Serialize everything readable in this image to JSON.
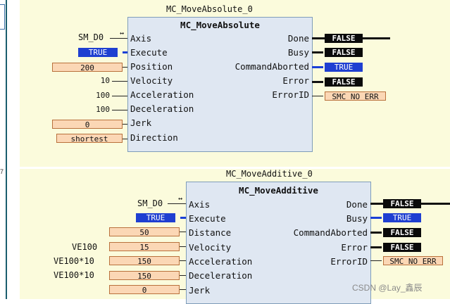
{
  "gutter": {
    "markers": [
      "",
      "7"
    ]
  },
  "block1": {
    "instance": "MC_MoveAbsolute_0",
    "type": "MC_MoveAbsolute",
    "axis_var": "SM_D0",
    "inputs": [
      {
        "label": "Axis"
      },
      {
        "label": "Execute",
        "value": "TRUE",
        "style": "blue"
      },
      {
        "label": "Position",
        "value": "200",
        "style": "orange"
      },
      {
        "label": "Velocity",
        "value": "10",
        "style": "plain"
      },
      {
        "label": "Acceleration",
        "value": "100",
        "style": "plain"
      },
      {
        "label": "Deceleration",
        "value": "100",
        "style": "plain"
      },
      {
        "label": "Jerk",
        "value": "0",
        "style": "orange"
      },
      {
        "label": "Direction",
        "value": "shortest",
        "style": "orange"
      }
    ],
    "outputs": [
      {
        "label": "Done",
        "value": "FALSE",
        "style": "black"
      },
      {
        "label": "Busy",
        "value": "FALSE",
        "style": "black"
      },
      {
        "label": "CommandAborted",
        "value": "TRUE",
        "style": "blue"
      },
      {
        "label": "Error",
        "value": "FALSE",
        "style": "black"
      },
      {
        "label": "ErrorID",
        "value": "SMC NO ERR",
        "style": "orange"
      }
    ]
  },
  "block2": {
    "instance": "MC_MoveAdditive_0",
    "type": "MC_MoveAdditive",
    "axis_var": "SM_D0",
    "inputs": [
      {
        "label": "Axis"
      },
      {
        "label": "Execute",
        "value": "TRUE",
        "style": "blue"
      },
      {
        "label": "Distance",
        "value": "50",
        "style": "orange"
      },
      {
        "label": "Velocity",
        "var": "VE100",
        "value": "15",
        "style": "orange"
      },
      {
        "label": "Acceleration",
        "var": "VE100*10",
        "value": "150",
        "style": "orange"
      },
      {
        "label": "Deceleration",
        "var": "VE100*10",
        "value": "150",
        "style": "orange"
      },
      {
        "label": "Jerk",
        "value": "0",
        "style": "orange"
      }
    ],
    "outputs": [
      {
        "label": "Done",
        "value": "FALSE",
        "style": "black"
      },
      {
        "label": "Busy",
        "value": "TRUE",
        "style": "blue"
      },
      {
        "label": "CommandAborted",
        "value": "FALSE",
        "style": "black"
      },
      {
        "label": "Error",
        "value": "FALSE",
        "style": "black"
      },
      {
        "label": "ErrorID",
        "value": "SMC NO ERR",
        "style": "orange"
      }
    ]
  },
  "swap_glyph": "↔",
  "watermark": "CSDN @Lay_鑫辰",
  "colors": {
    "panel": "#fbfbdc",
    "block": "#dfe7f2",
    "true_bg": "#1f3fd1",
    "false_bg": "#0a0a0a",
    "value_bg": "#fbd7b5"
  }
}
